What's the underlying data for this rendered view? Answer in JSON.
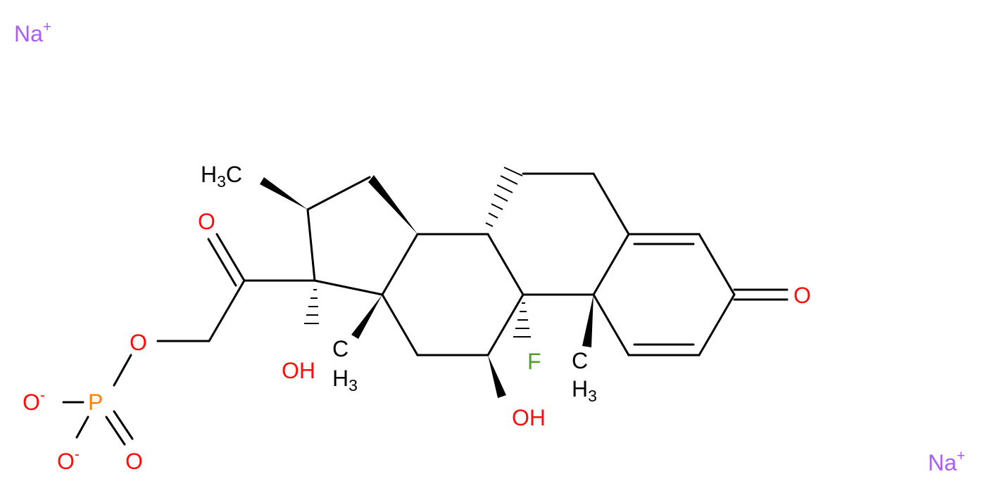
{
  "colors": {
    "bond": "#000000",
    "oxygen": "#ff0d0d",
    "fluorine": "#4f9d2f",
    "phosphorus": "#ff8000",
    "sodium": "#ab5cf2",
    "carbon_label": "#000000"
  },
  "labels": {
    "na_top": {
      "sym": "Na",
      "charge": "+"
    },
    "na_bottom": {
      "sym": "Na",
      "charge": "+"
    },
    "h3c": {
      "pre": "H",
      "num": "3",
      "post": "C"
    },
    "ketone_o_side": "O",
    "ketone_o_ring": "O",
    "ester_o": "O",
    "oh_17": "OH",
    "me_13": {
      "c": "C",
      "h": "H",
      "num": "3"
    },
    "fluorine": "F",
    "oh_11": "OH",
    "me_10": {
      "c": "C",
      "h": "H",
      "num": "3"
    },
    "o_minus_1": {
      "sym": "O",
      "charge": "-"
    },
    "o_minus_2": {
      "sym": "O",
      "charge": "-"
    },
    "phosphorus": "P",
    "phosphoryl_o": "O"
  }
}
